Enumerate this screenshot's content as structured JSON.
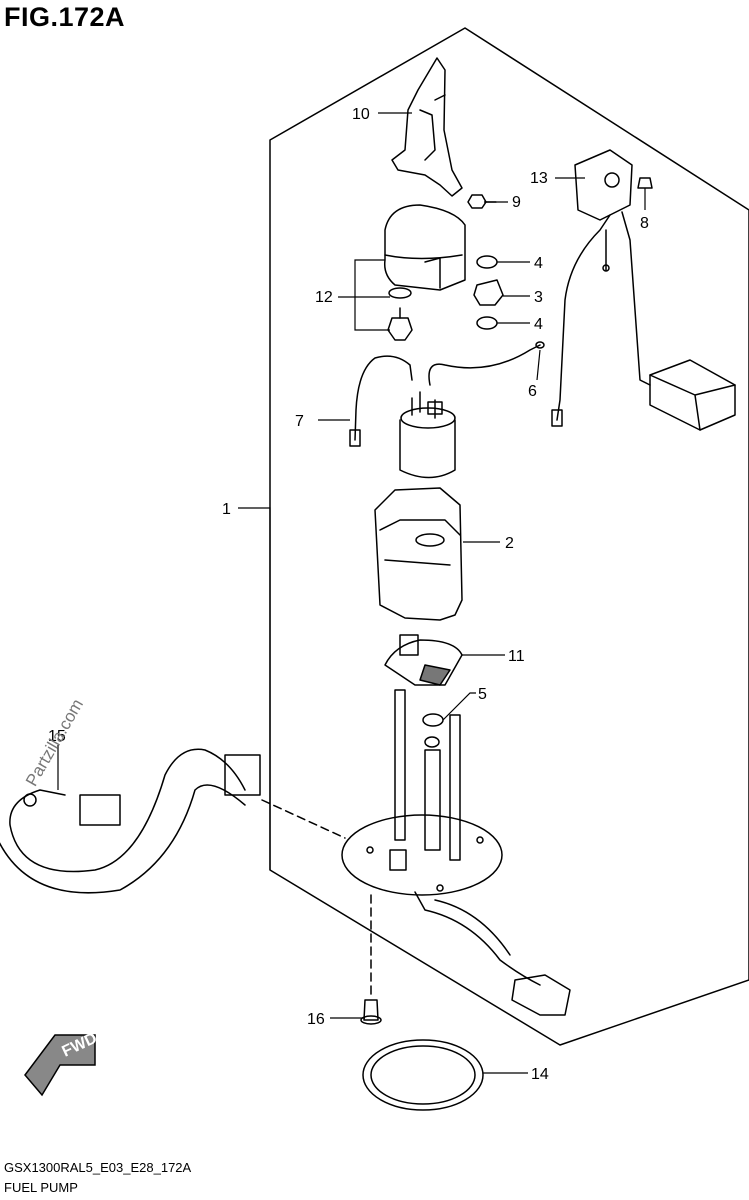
{
  "figure": {
    "title": "FIG.172A",
    "code": "GSX1300RAL5_E03_E28_172A",
    "name": "FUEL PUMP"
  },
  "watermark": "Partzilla.com",
  "direction_marker": {
    "label": "FWD"
  },
  "callouts": {
    "c1": "1",
    "c2": "2",
    "c3": "3",
    "c4a": "4",
    "c4b": "4",
    "c5": "5",
    "c6": "6",
    "c7": "7",
    "c8": "8",
    "c9": "9",
    "c10": "10",
    "c11": "11",
    "c12": "12",
    "c13": "13",
    "c14": "14",
    "c15": "15",
    "c16": "16"
  }
}
